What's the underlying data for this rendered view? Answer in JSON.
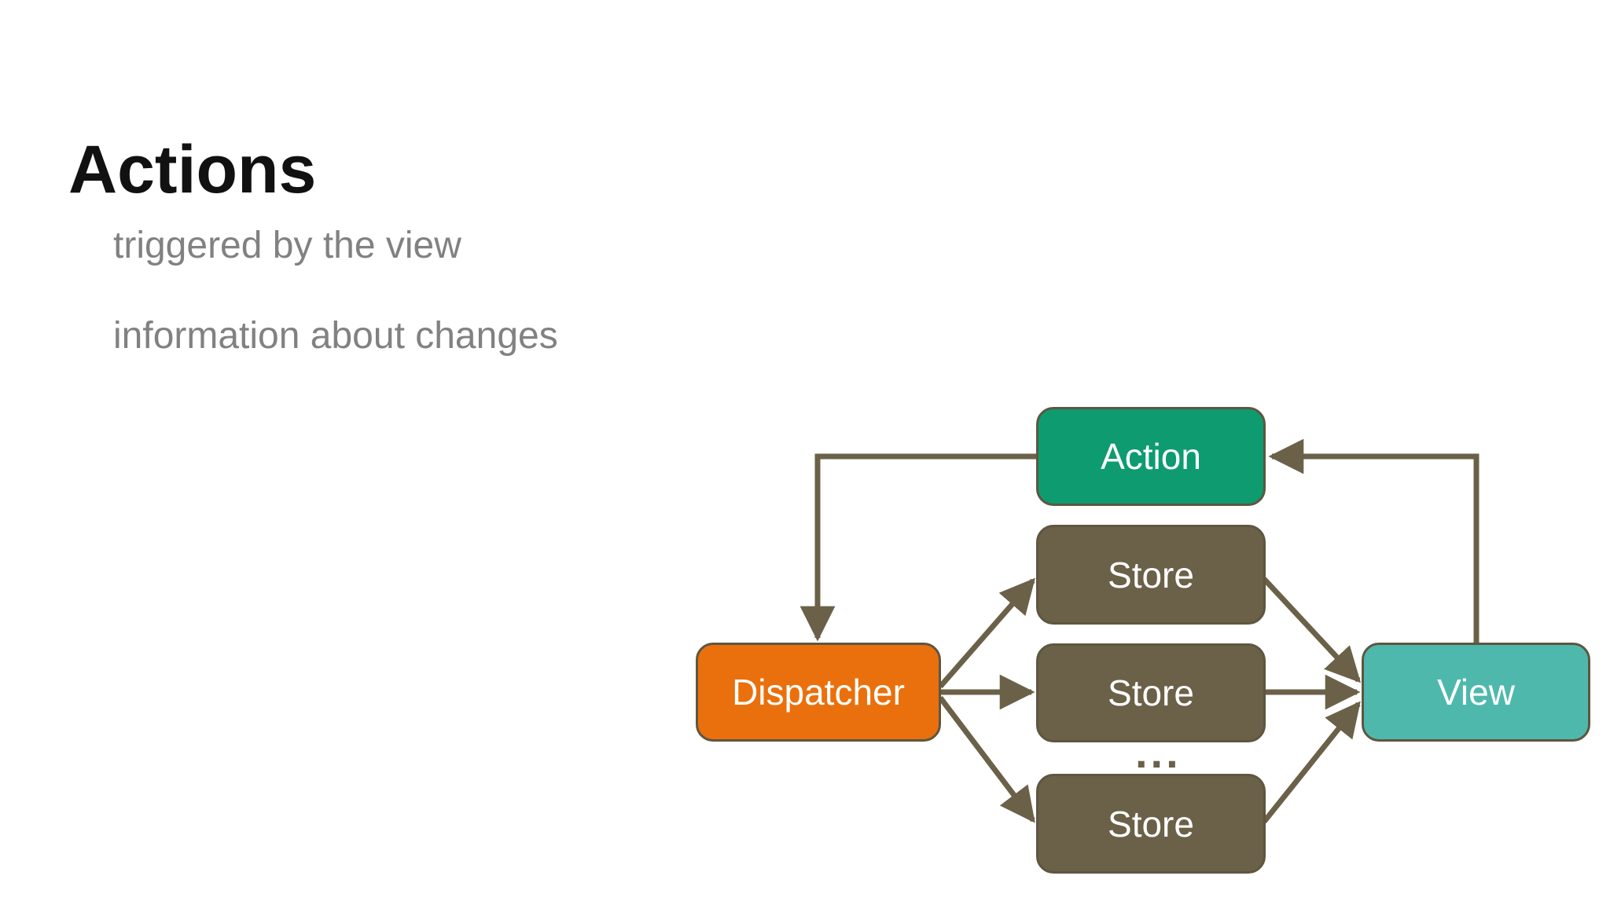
{
  "slide": {
    "title": "Actions",
    "bullets": [
      "triggered by the view",
      "information about changes"
    ],
    "background_color": "#ffffff",
    "title_color": "#111111",
    "bullet_color": "#818181"
  },
  "diagram": {
    "type": "flowchart",
    "description": "Flux unidirectional data flow diagram",
    "edge_color": "#6b6149",
    "node_border_color": "#5e5640",
    "nodes": [
      {
        "id": "action",
        "label": "Action",
        "fill": "#0d9b6f"
      },
      {
        "id": "store-1",
        "label": "Store",
        "fill": "#6b6048"
      },
      {
        "id": "store-2",
        "label": "Store",
        "fill": "#6b6048"
      },
      {
        "id": "store-3",
        "label": "Store",
        "fill": "#6b6048"
      },
      {
        "id": "dispatcher",
        "label": "Dispatcher",
        "fill": "#ea700d"
      },
      {
        "id": "view",
        "label": "View",
        "fill": "#4fb8ad"
      }
    ],
    "more_stores_ellipsis": "...",
    "edges": [
      {
        "from": "action",
        "to": "dispatcher"
      },
      {
        "from": "dispatcher",
        "to": "store-1"
      },
      {
        "from": "dispatcher",
        "to": "store-2"
      },
      {
        "from": "dispatcher",
        "to": "store-3"
      },
      {
        "from": "store-1",
        "to": "view"
      },
      {
        "from": "store-2",
        "to": "view"
      },
      {
        "from": "store-3",
        "to": "view"
      },
      {
        "from": "view",
        "to": "action"
      }
    ]
  }
}
